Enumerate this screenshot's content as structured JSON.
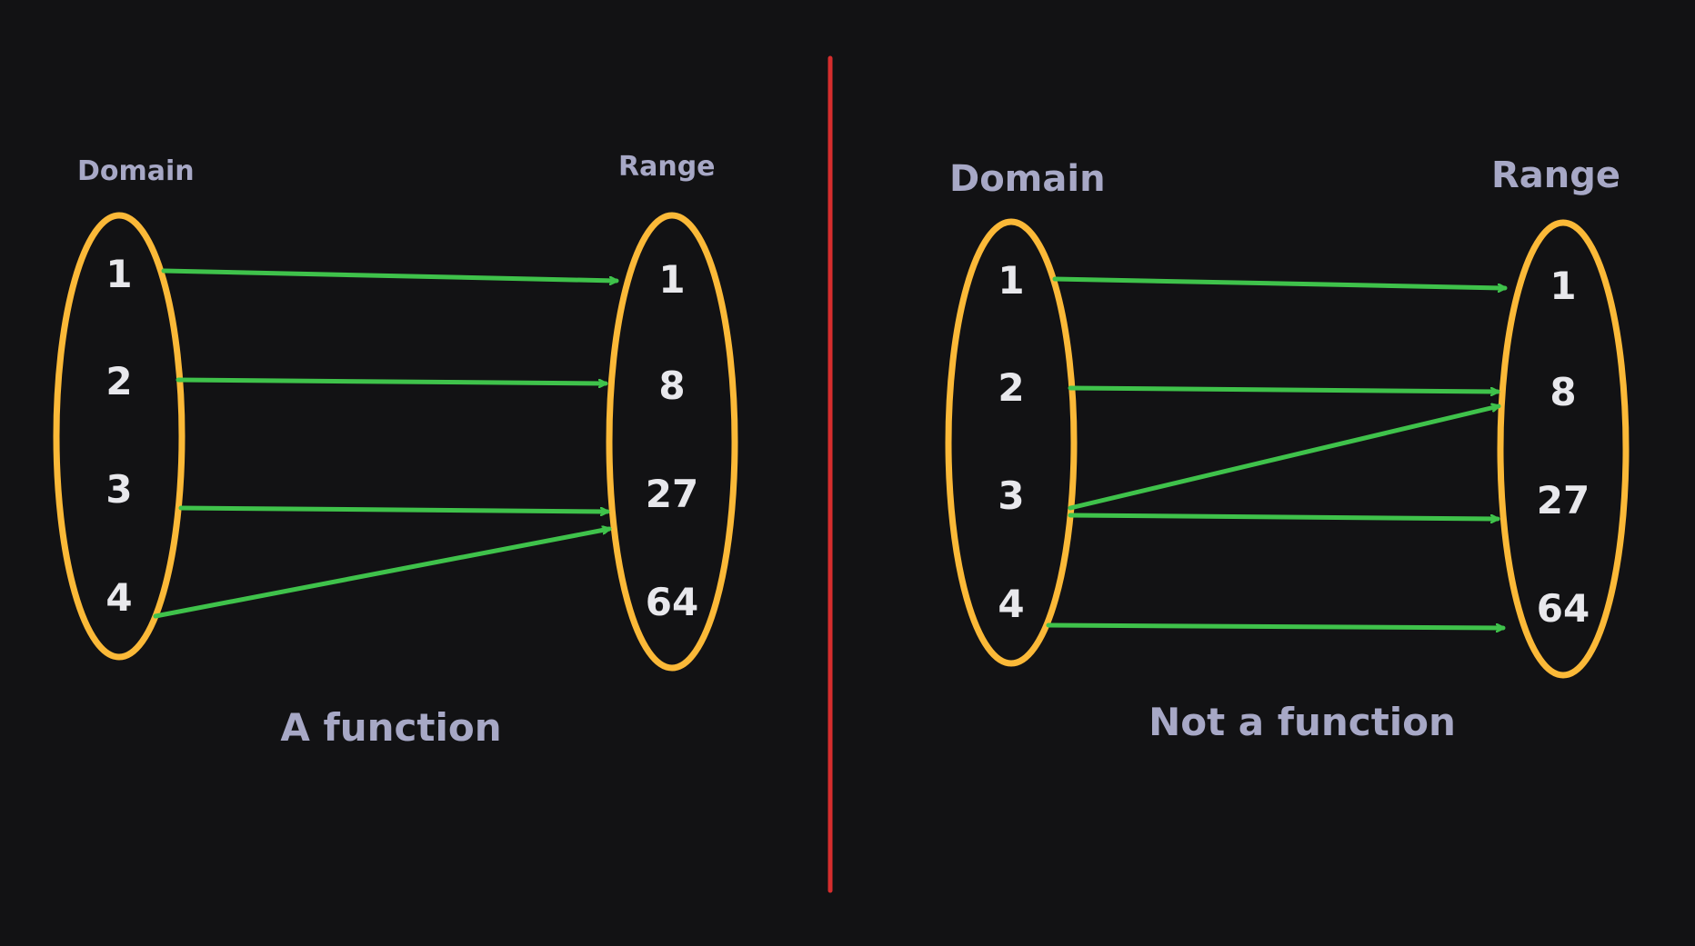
{
  "colors": {
    "background": "#121214",
    "ellipse": "#fbb938",
    "arrow": "#3fc24b",
    "divider": "#d62d2d",
    "label": "#a7a8c6",
    "node_text": "#e8e8ec"
  },
  "panels": [
    {
      "id": "left",
      "domain_label": "Domain",
      "range_label": "Range",
      "caption": "A function",
      "domain": [
        "1",
        "2",
        "3",
        "4"
      ],
      "range": [
        "1",
        "8",
        "27",
        "64"
      ],
      "mappings": [
        [
          0,
          0
        ],
        [
          1,
          1
        ],
        [
          2,
          2
        ],
        [
          3,
          2
        ]
      ]
    },
    {
      "id": "right",
      "domain_label": "Domain",
      "range_label": "Range",
      "caption": "Not a function",
      "domain": [
        "1",
        "2",
        "3",
        "4"
      ],
      "range": [
        "1",
        "8",
        "27",
        "64"
      ],
      "mappings": [
        [
          0,
          0
        ],
        [
          1,
          1
        ],
        [
          2,
          1
        ],
        [
          2,
          2
        ],
        [
          3,
          3
        ]
      ]
    }
  ]
}
